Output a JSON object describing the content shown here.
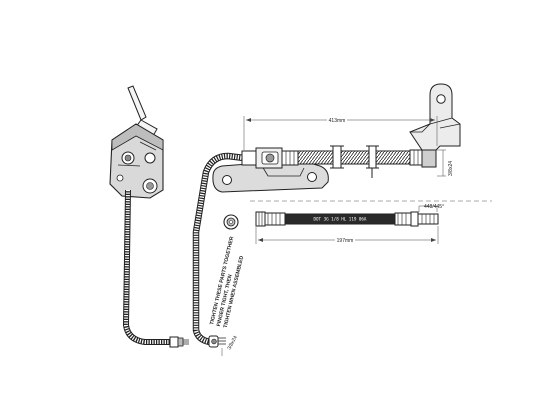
{
  "dimensions": {
    "upper_length": "413mm",
    "upper_fitting": "3/8x24",
    "lower_length": "197mm",
    "lower_fitting": "448/445°"
  },
  "notes": {
    "lines": [
      "TIGHTEN THESE PARTS TOGETHER",
      "FINGER TIGHT, THEN",
      "TIGHTEN WHEN ASSEMBLED"
    ],
    "fitting": "3/8x24"
  },
  "hose_print": "DOT 3G 1/8 HL 119 06A"
}
